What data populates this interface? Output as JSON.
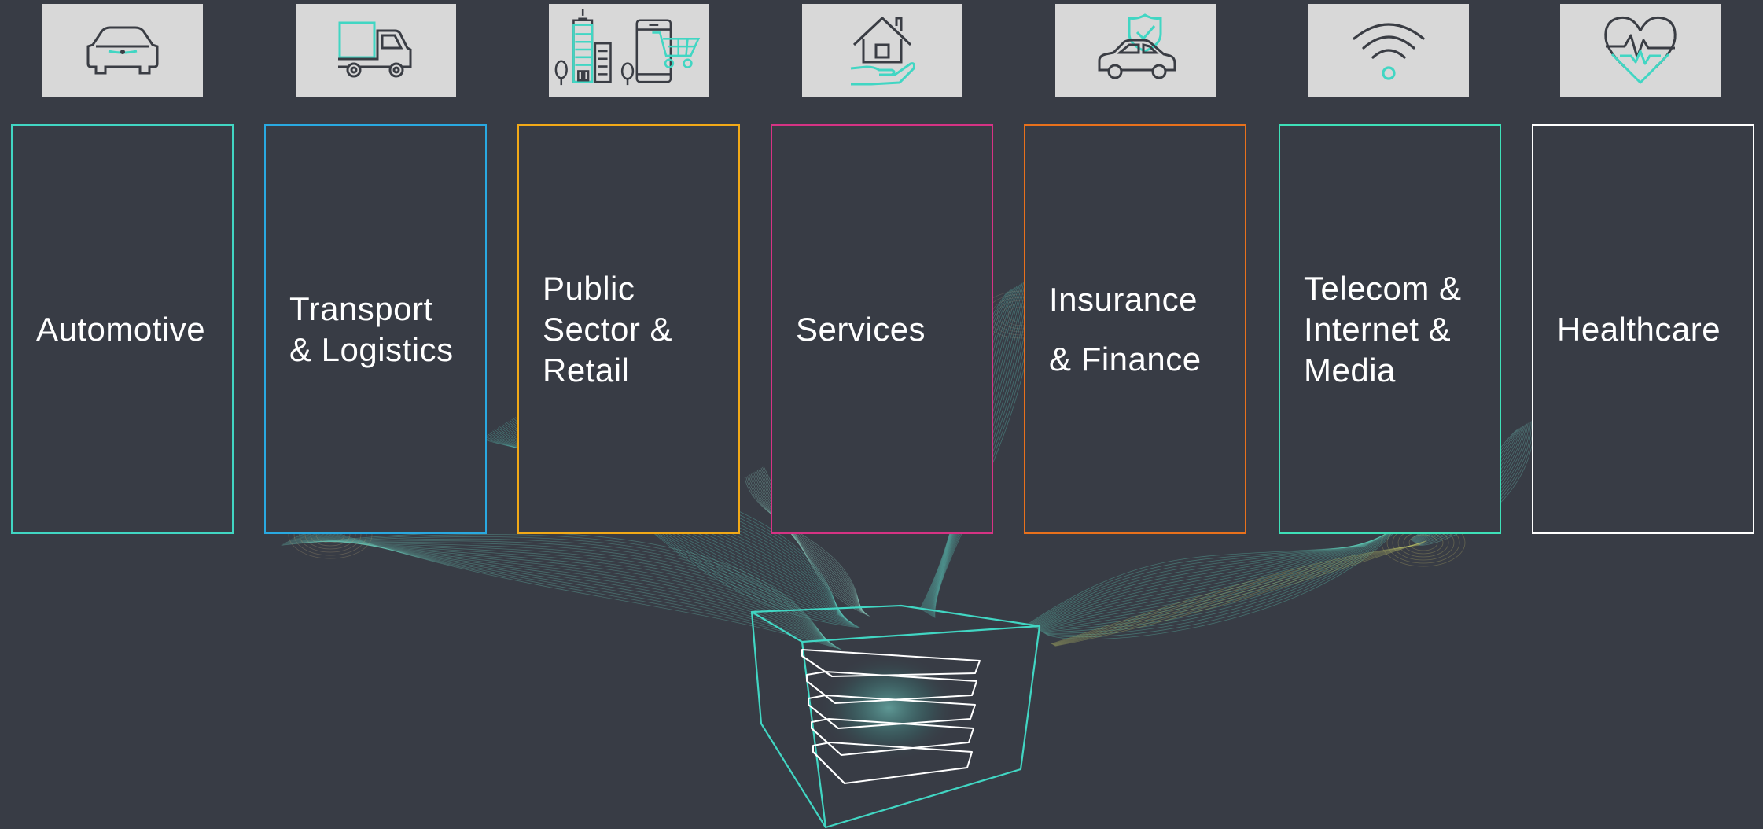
{
  "industries": [
    {
      "label": "Automotive",
      "icon": "car-icon",
      "color": "#41d6c3"
    },
    {
      "label": "Transport\n& Logistics",
      "icon": "delivery-truck-icon",
      "color": "#29a9e1"
    },
    {
      "label": "Public\nSector &\nRetail",
      "icon": "city-and-shopping-icon",
      "color": "#f2a917"
    },
    {
      "label": "Services",
      "icon": "house-in-hand-icon",
      "color": "#d63384"
    },
    {
      "label": "Insurance\n& Finance",
      "icon": "insured-car-icon",
      "color": "#e8711c"
    },
    {
      "label": "Telecom &\nInternet &\nMedia",
      "icon": "wifi-icon",
      "color": "#3ee0b8"
    },
    {
      "label": "Healthcare",
      "icon": "heart-pulse-icon",
      "color": "#ffffff"
    }
  ],
  "hub": {
    "icon": "data-platform-cube-icon",
    "accent": "#41d6c3"
  },
  "colors": {
    "background": "#383c45",
    "tile": "#d8d8d8",
    "icon_stroke": "#3a3d44",
    "icon_accent": "#41d6c3"
  }
}
